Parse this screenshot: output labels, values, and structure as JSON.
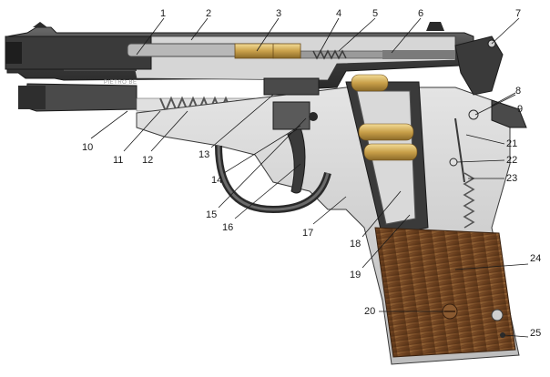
{
  "diagram": {
    "stamp": "PIETRO BE",
    "callouts": [
      {
        "id": "c1",
        "text": "1"
      },
      {
        "id": "c2",
        "text": "2"
      },
      {
        "id": "c3",
        "text": "3"
      },
      {
        "id": "c4",
        "text": "4"
      },
      {
        "id": "c5",
        "text": "5"
      },
      {
        "id": "c6",
        "text": "6"
      },
      {
        "id": "c7",
        "text": "7"
      },
      {
        "id": "c8",
        "text": "8"
      },
      {
        "id": "c9",
        "text": "9"
      },
      {
        "id": "c10",
        "text": "10"
      },
      {
        "id": "c11",
        "text": "11"
      },
      {
        "id": "c12",
        "text": "12"
      },
      {
        "id": "c13",
        "text": "13"
      },
      {
        "id": "c14",
        "text": "14"
      },
      {
        "id": "c15",
        "text": "15"
      },
      {
        "id": "c16",
        "text": "16"
      },
      {
        "id": "c17",
        "text": "17"
      },
      {
        "id": "c18",
        "text": "18"
      },
      {
        "id": "c19",
        "text": "19"
      },
      {
        "id": "c20",
        "text": "20"
      },
      {
        "id": "c21",
        "text": "21"
      },
      {
        "id": "c22",
        "text": "22"
      },
      {
        "id": "c23",
        "text": "23"
      },
      {
        "id": "c24",
        "text": "24"
      },
      {
        "id": "c25",
        "text": "25"
      }
    ],
    "colors": {
      "steel_dark": "#2b2b2b",
      "steel_mid": "#5a5a5a",
      "steel_light": "#c9c9c9",
      "cutaway": "#e8e8e8",
      "brass": "#c9a04a",
      "brass_light": "#f0d890",
      "wood": "#7a4a22",
      "wood_light": "#b07a45",
      "spring": "#8c8c8c"
    }
  }
}
